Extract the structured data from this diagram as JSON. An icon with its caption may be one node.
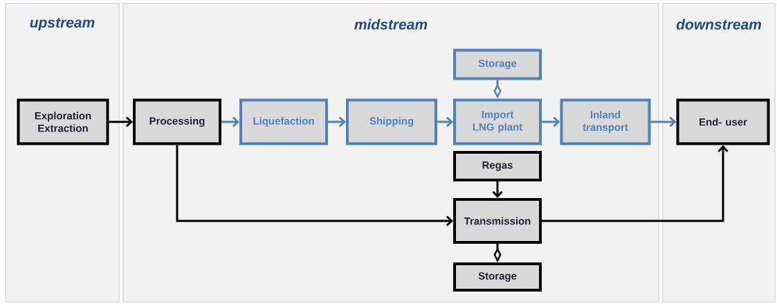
{
  "diagram": {
    "nodes": [
      {
        "text": [
          "upstream"
        ]
      },
      {
        "text": [
          "midstream"
        ]
      },
      {
        "text": [
          "downstream"
        ]
      },
      {
        "text": [
          "Exploration Extraction"
        ],
        "in": 0
      },
      {
        "text": [
          "Processing"
        ],
        "in": 1
      },
      {
        "text": [
          "Liquefaction"
        ],
        "in": 1
      },
      {
        "text": [
          "Shipping"
        ],
        "in": 1
      },
      {
        "text": [
          "Storage"
        ],
        "in": 1
      },
      {
        "text": [
          "Import LNG plant"
        ],
        "in": 1
      },
      {
        "text": [
          "Inland transport"
        ],
        "in": 1
      },
      {
        "text": [
          "End- user"
        ],
        "in": 2
      },
      {
        "text": [
          "Regas"
        ],
        "in": 1
      },
      {
        "text": [
          "Transmission"
        ],
        "in": 1
      },
      {
        "text": [
          "Storage"
        ],
        "in": 1
      }
    ],
    "edges": [
      {
        "from": 3,
        "to": 4,
        "arrow": "to",
        "color": "#000000"
      },
      {
        "from": 4,
        "to": 5,
        "arrow": "to",
        "color": "#4f81bd"
      },
      {
        "from": 5,
        "to": 6,
        "arrow": "to",
        "color": "#4f81bd"
      },
      {
        "from": 6,
        "to": 8,
        "arrow": "to",
        "color": "#4f81bd"
      },
      {
        "from": 8,
        "to": 9,
        "arrow": "to",
        "color": "#4f81bd"
      },
      {
        "from": 9,
        "to": 10,
        "arrow": "to",
        "color": "#4f81bd"
      },
      {
        "from": 7,
        "to": 8,
        "arrow": "other",
        "color": "#4f81bd"
      },
      {
        "from": 11,
        "to": 12,
        "arrow": "to",
        "color": "#000000"
      },
      {
        "from": 4,
        "to": 12,
        "arrow": "to",
        "color": "#000000"
      },
      {
        "from": 12,
        "to": 10,
        "arrow": "to",
        "color": "#000000"
      },
      {
        "from": 12,
        "to": 13,
        "arrow": "other",
        "color": "#000000"
      }
    ]
  }
}
